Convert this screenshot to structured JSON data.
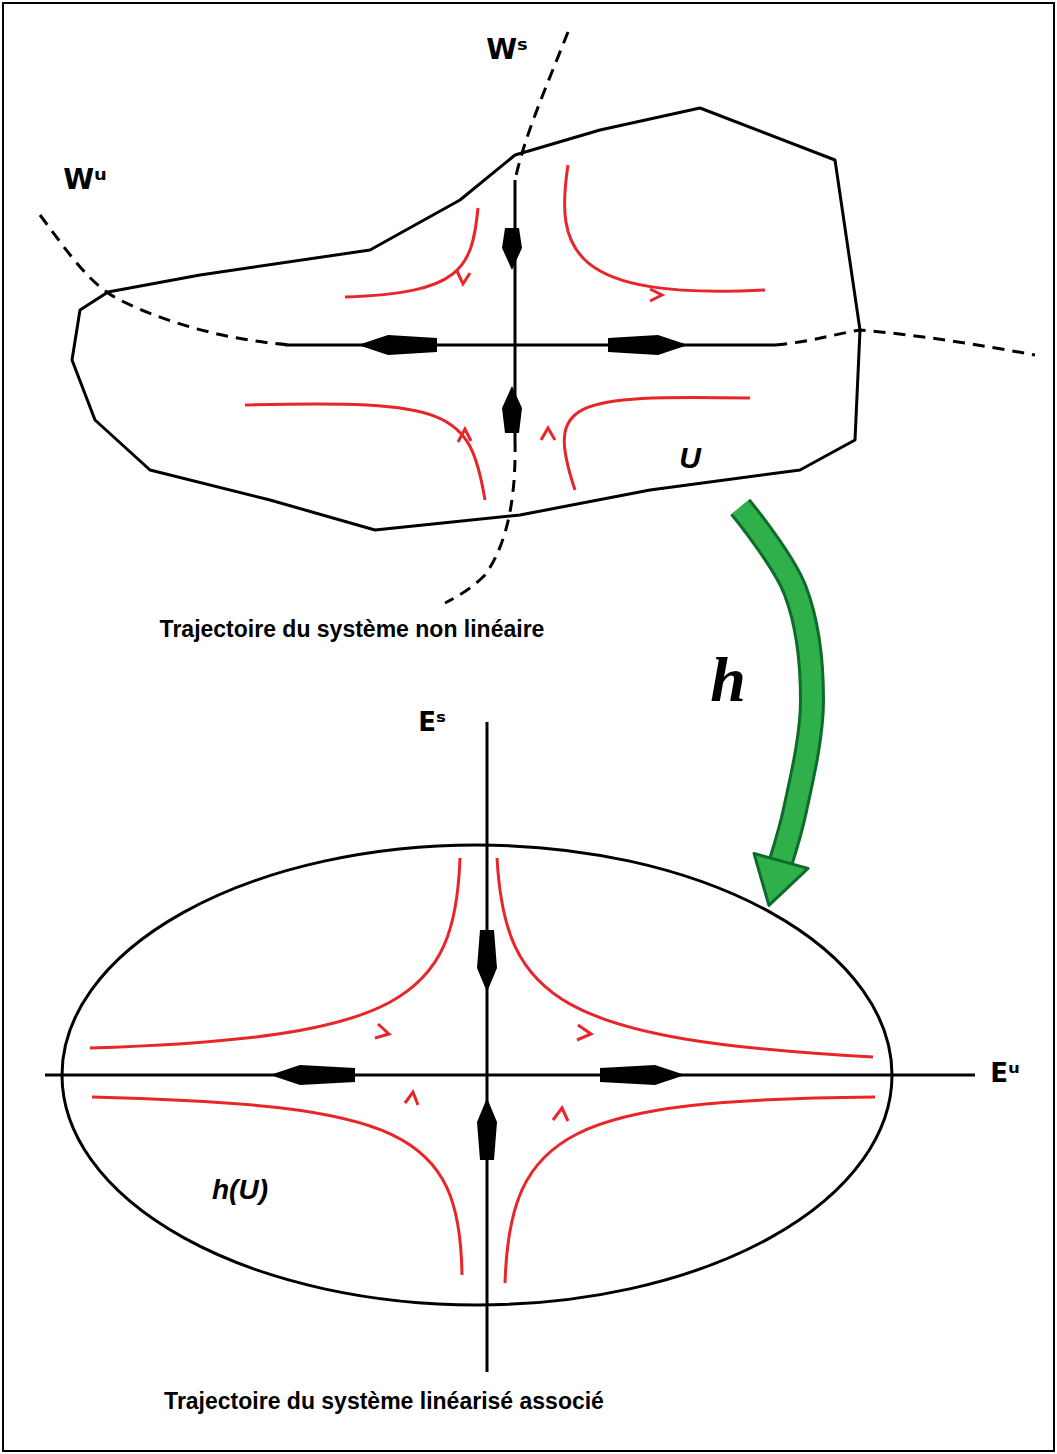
{
  "diagram": {
    "nodes": [
      {
        "text": [
          "U"
        ]
      },
      {
        "text": [
          "h(U)"
        ]
      }
    ],
    "edges": [
      {
        "from": 0,
        "to": 1,
        "arrow": "to",
        "label": "h"
      }
    ],
    "labels": [
      "Wˢ",
      "Wᵘ",
      "Trajectoire du système non linéaire",
      "Eˢ",
      "Eᵘ",
      "Trajectoire du système linéarisé associé"
    ]
  }
}
